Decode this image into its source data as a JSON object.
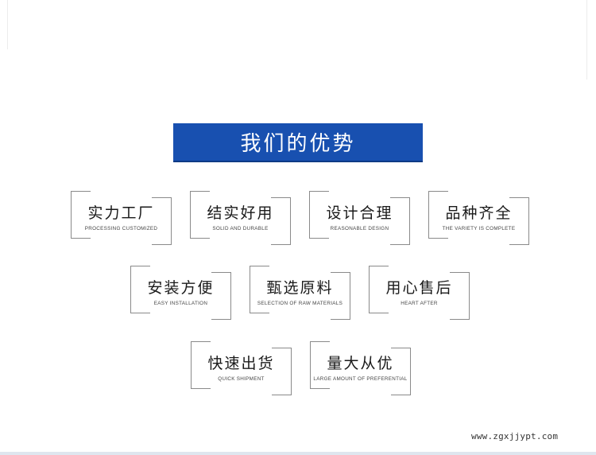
{
  "banner": {
    "title": "我们的优势"
  },
  "advantages": [
    {
      "title": "实力工厂",
      "subtitle": "PROCESSING CUSTOMIZED"
    },
    {
      "title": "结实好用",
      "subtitle": "SOLID AND DURABLE"
    },
    {
      "title": "设计合理",
      "subtitle": "REASONABLE DESIGN"
    },
    {
      "title": "品种齐全",
      "subtitle": "THE VARIETY IS COMPLETE"
    },
    {
      "title": "安装方便",
      "subtitle": "EASY INSTALLATION"
    },
    {
      "title": "甄选原料",
      "subtitle": "SELECTION OF RAW MATERIALS"
    },
    {
      "title": "用心售后",
      "subtitle": "HEART AFTER"
    },
    {
      "title": "快速出货",
      "subtitle": "QUICK SHIPMENT"
    },
    {
      "title": "量大从优",
      "subtitle": "LARGE AMOUNT OF PREFERENTIAL"
    }
  ],
  "footer": {
    "watermark": "www.zgxjjypt.com"
  },
  "colors": {
    "banner": "#1850b0",
    "card_border": "#8a8a8a"
  }
}
